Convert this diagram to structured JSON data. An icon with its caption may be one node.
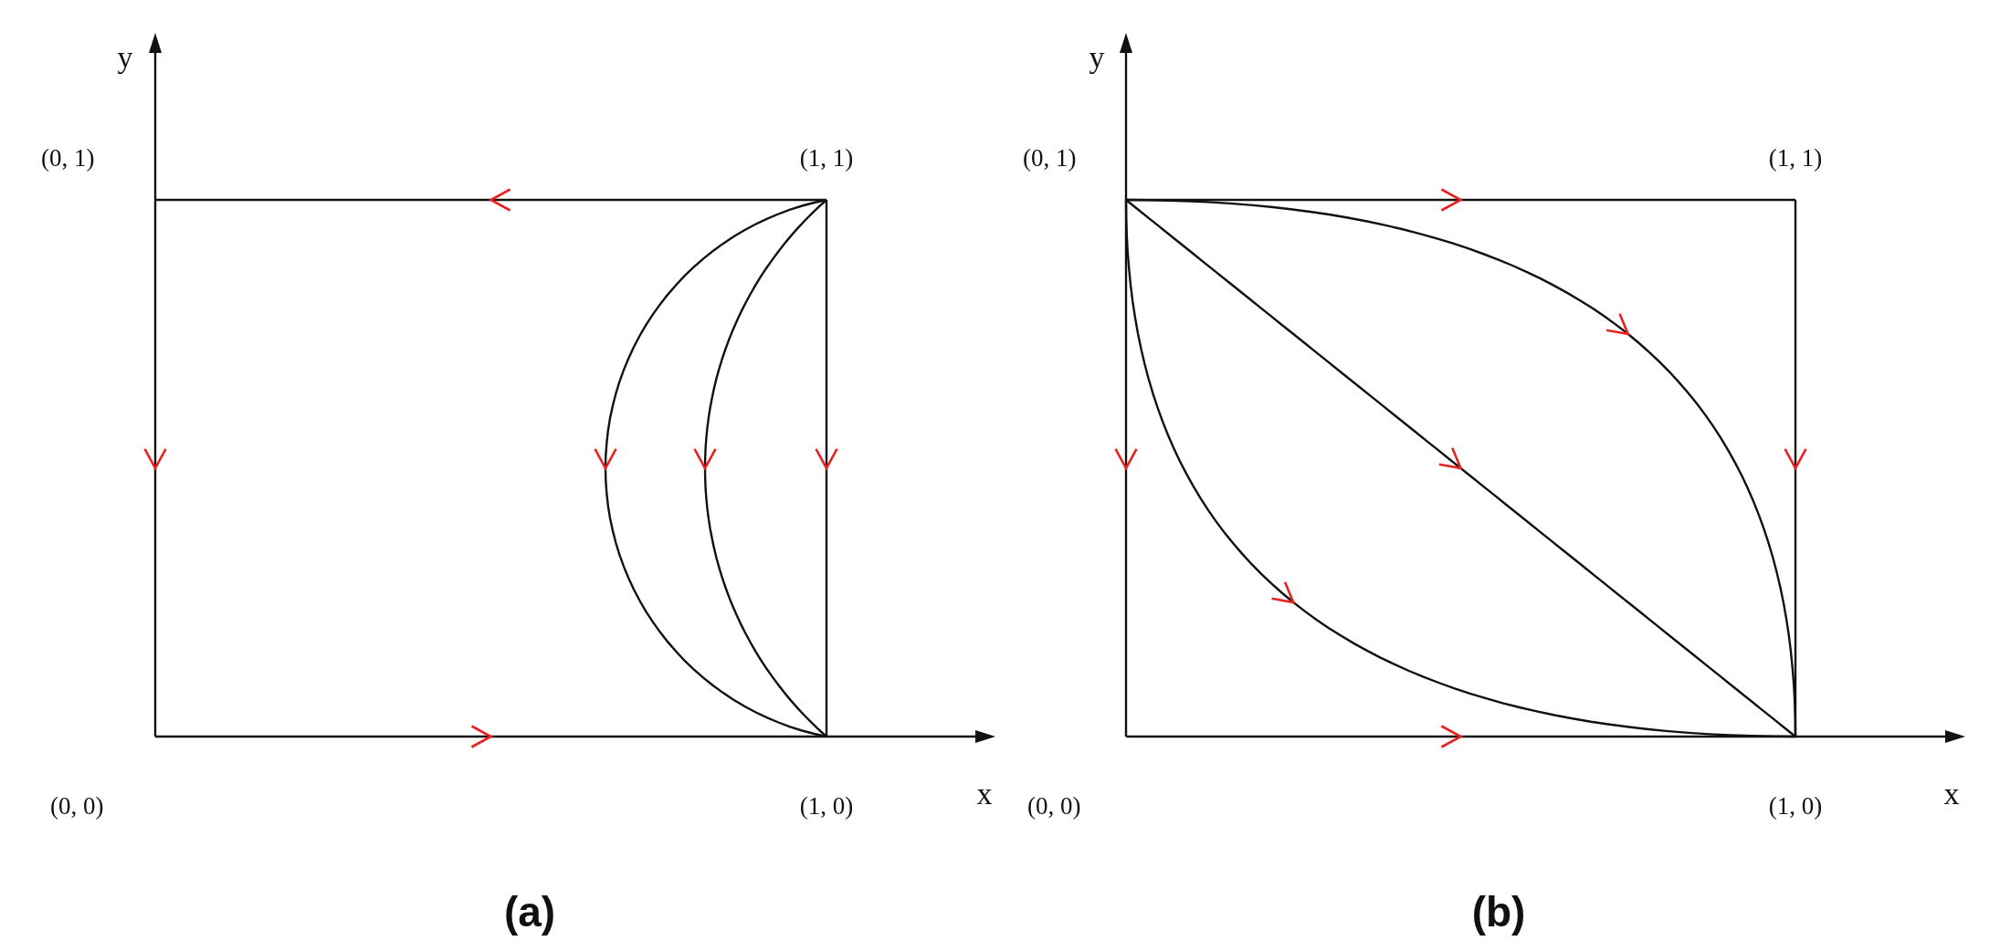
{
  "diagram": {
    "nodes": [
      {
        "text": [
          "(0, 1)"
        ]
      },
      {
        "text": [
          "(1, 1)"
        ]
      },
      {
        "text": [
          "(0, 0)"
        ]
      },
      {
        "text": [
          "(1, 0)"
        ]
      },
      {
        "text": [
          "(0, 1)"
        ]
      },
      {
        "text": [
          "(1, 1)"
        ]
      },
      {
        "text": [
          "(0, 0)"
        ]
      },
      {
        "text": [
          "(1, 0)"
        ]
      }
    ],
    "edges": [
      {
        "from": 1,
        "to": 0,
        "arrow": "to"
      },
      {
        "from": 0,
        "to": 2,
        "arrow": "to"
      },
      {
        "from": 2,
        "to": 3,
        "arrow": "to"
      },
      {
        "from": 1,
        "to": 3,
        "arrow": "to"
      },
      {
        "from": 1,
        "to": 3,
        "arrow": "to"
      },
      {
        "from": 1,
        "to": 3,
        "arrow": "to"
      },
      {
        "from": 4,
        "to": 5,
        "arrow": "to"
      },
      {
        "from": 5,
        "to": 7,
        "arrow": "to"
      },
      {
        "from": 4,
        "to": 6,
        "arrow": "to"
      },
      {
        "from": 6,
        "to": 7,
        "arrow": "to"
      },
      {
        "from": 4,
        "to": 7,
        "arrow": "to"
      },
      {
        "from": 4,
        "to": 7,
        "arrow": "to"
      },
      {
        "from": 4,
        "to": 7,
        "arrow": "to"
      }
    ],
    "labels": [
      "y",
      "x",
      "(a)",
      "y",
      "x",
      "(b)"
    ]
  }
}
